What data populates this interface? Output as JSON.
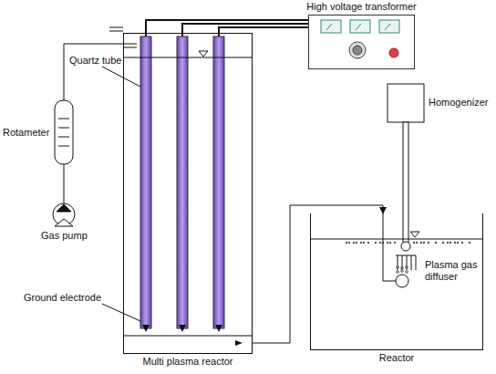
{
  "diagram": {
    "nodes": [
      {
        "text": [
          "High voltage transformer"
        ]
      },
      {
        "text": [
          "Multi plasma reactor"
        ]
      },
      {
        "text": [
          "Reactor"
        ]
      }
    ],
    "edges": [
      {
        "from": 0,
        "to": 1,
        "arrow": "none"
      },
      {
        "from": 1,
        "to": 2,
        "arrow": "to"
      }
    ],
    "labels": [
      "Quartz tube",
      "Rotameter",
      "Gas pump",
      "Ground electrode",
      "Homogenizer",
      "Plasma gas diffuser"
    ]
  }
}
